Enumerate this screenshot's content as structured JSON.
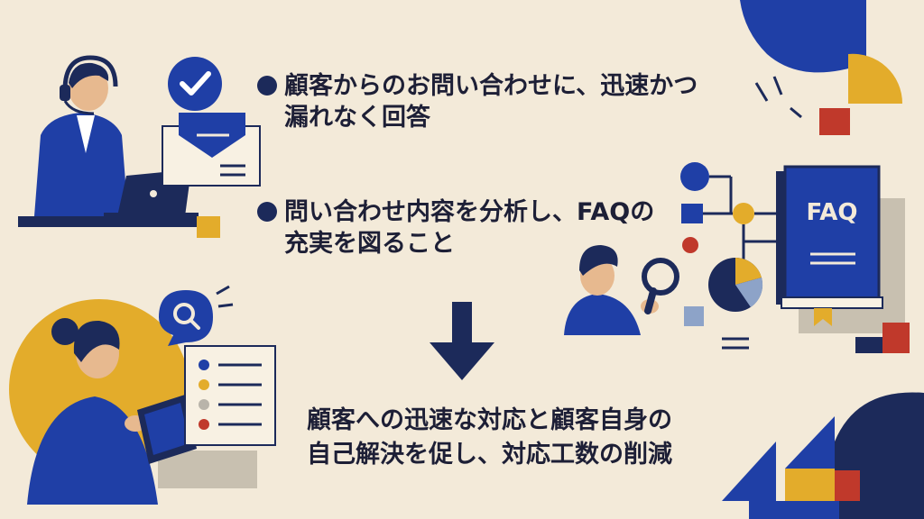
{
  "points": [
    {
      "line1": "顧客からのお問い合わせに、迅速かつ",
      "line2": "漏れなく回答"
    },
    {
      "line1": "問い合わせ内容を分析し、FAQの",
      "line2": "充実を図ること"
    }
  ],
  "result": {
    "line1": "顧客への迅速な対応と顧客自身の",
    "line2": "自己解決を促し、対応工数の削減"
  },
  "book_label": "FAQ",
  "colors": {
    "navy": "#1c2a5a",
    "blue": "#1f3fa6",
    "yellow": "#e3ac2b",
    "red": "#c0392b",
    "paper": "#f3ead9"
  },
  "icons": [
    "headset-icon",
    "check-icon",
    "envelope-icon",
    "laptop-icon",
    "magnifier-icon",
    "tablet-icon",
    "search-bubble-icon",
    "book-icon",
    "pie-chart-icon",
    "down-arrow-icon"
  ]
}
